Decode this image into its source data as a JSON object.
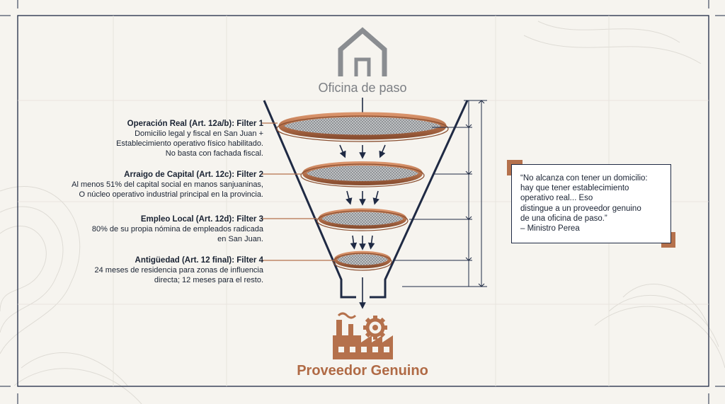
{
  "diagram": {
    "top_label": "Oficina de paso",
    "bottom_label": "Proveedor Genuino",
    "filters": [
      {
        "title": "Operación Real (Art. 12a/b): Filter 1",
        "lines": [
          "Domicilio legal y fiscal en San Juan +",
          "Establecimiento operativo físico habilitado.",
          "No basta con fachada fiscal."
        ]
      },
      {
        "title": "Arraigo de Capital (Art. 12c): Filter 2",
        "lines": [
          "Al menos 51% del capital social en manos sanjuaninas,",
          "O núcleo operativo industrial principal en la provincia."
        ]
      },
      {
        "title": "Empleo Local (Art. 12d): Filter 3",
        "lines": [
          "80% de su propia nómina de empleados radicada",
          "en San Juan."
        ]
      },
      {
        "title": "Antigüedad (Art. 12 final): Filter 4",
        "lines": [
          "24 meses de residencia para zonas de influencia",
          "directa; 12 meses para el resto."
        ]
      }
    ],
    "quote": {
      "lines": [
        "“No alcanza con tener un domicilio:",
        "hay que tener establecimiento",
        "operativo real... Eso",
        "distingue a un proveedor genuino",
        "de una oficina de paso.”",
        "– Ministro Perea"
      ]
    },
    "colors": {
      "navy": "#1f2a44",
      "copper": "#b5714c",
      "gray_icon": "#8a8d91",
      "background": "#f6f4ef"
    },
    "icons": {
      "top": "house-outline-icon",
      "bottom": "factory-gear-icon"
    }
  }
}
